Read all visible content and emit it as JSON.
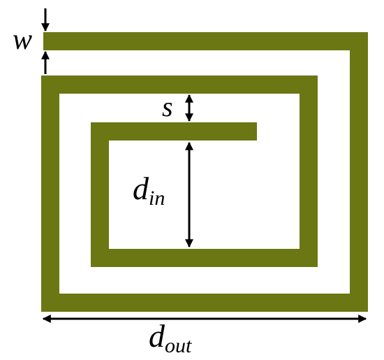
{
  "labels": {
    "w_main": "w",
    "s_main": "s",
    "din_main": "d",
    "din_sub": "in",
    "dout_main": "d",
    "dout_sub": "out"
  },
  "colors": {
    "trace": "#6b7712",
    "arrow": "#000000",
    "background": "#ffffff"
  }
}
